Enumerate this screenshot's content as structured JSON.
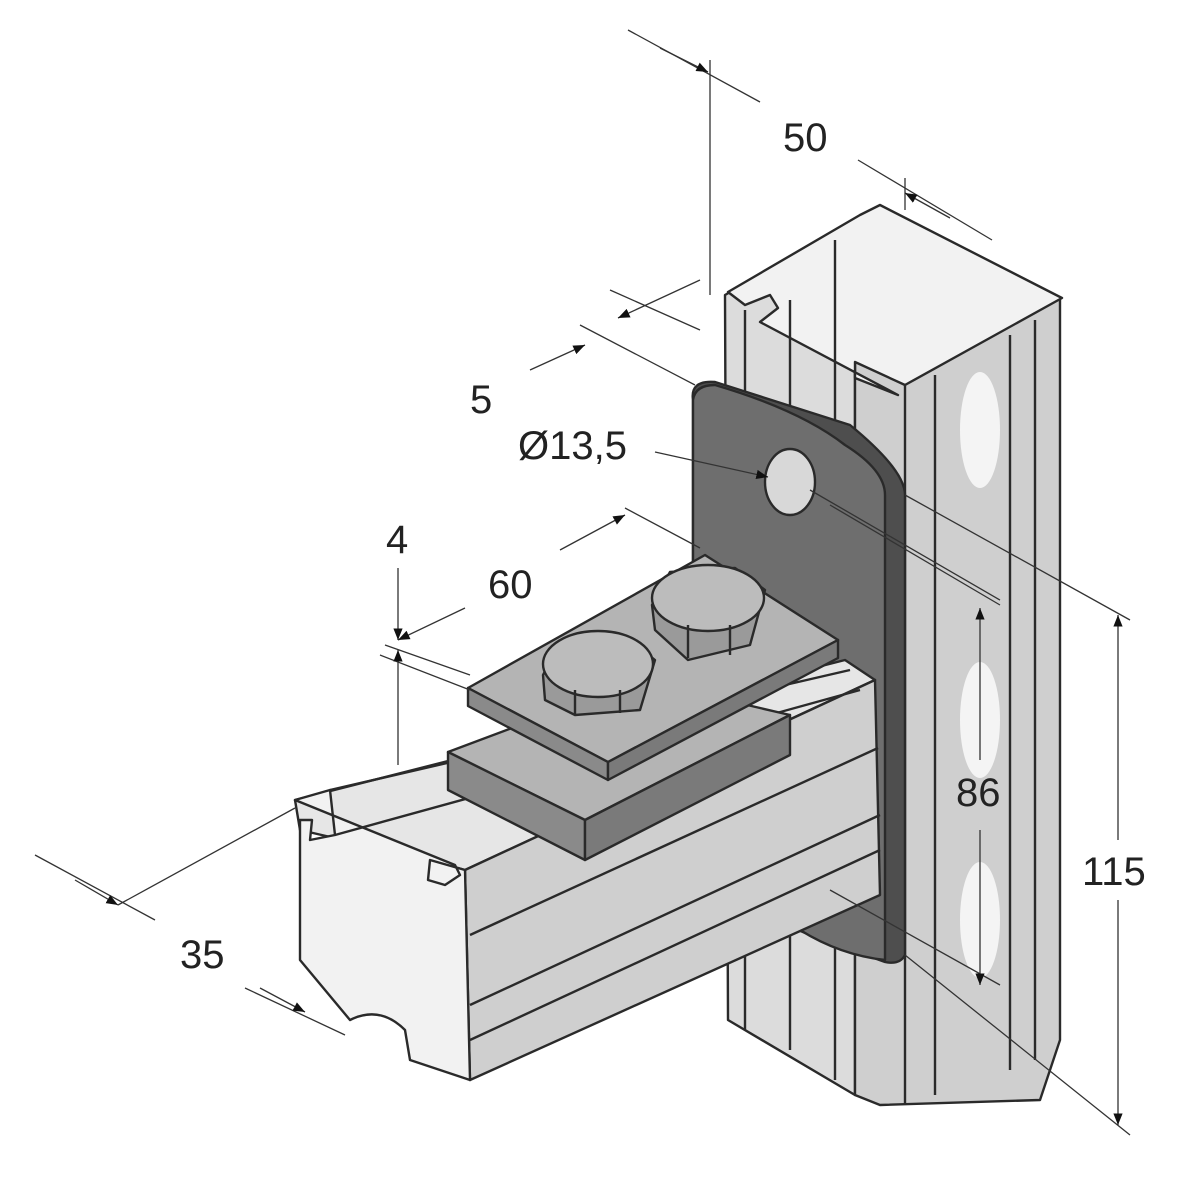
{
  "dimensions": {
    "width_50": "50",
    "thickness_5": "5",
    "hole_diameter": "Ø13,5",
    "offset_4": "4",
    "length_60": "60",
    "height_86": "86",
    "height_115": "115",
    "width_35": "35"
  },
  "colors": {
    "plate": "#6e6e6e",
    "plate_dark": "#4e4e4e",
    "rail_light": "#e4e4e4",
    "rail_mid": "#c9c9c9",
    "rail_shadow": "#a8a8a8",
    "bolt": "#b8b8b8",
    "clamp_top": "#b4b4b4",
    "clamp_side": "#8a8a8a",
    "line": "#2a2a2a"
  }
}
